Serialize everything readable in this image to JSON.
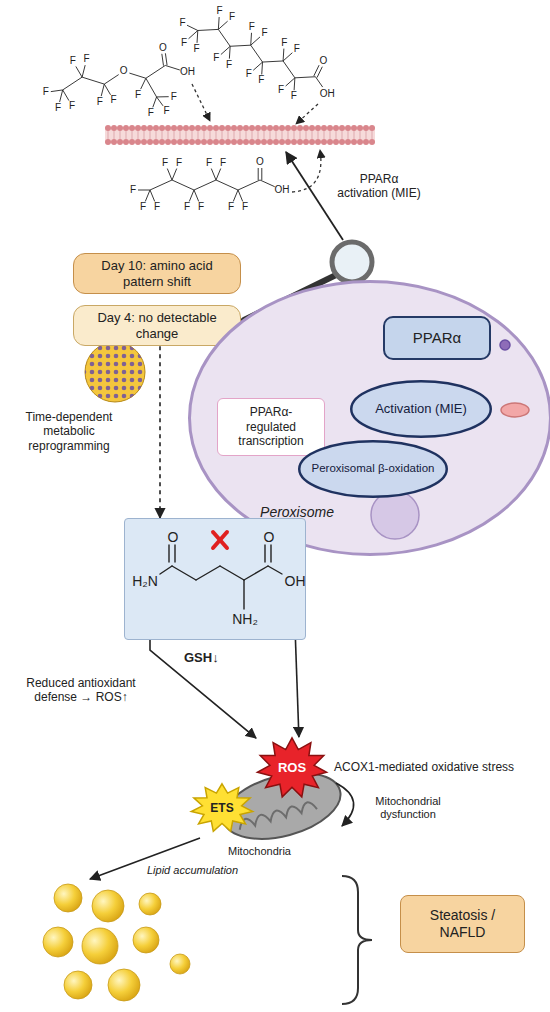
{
  "diagram": {
    "nodes": [
      {
        "text": [
          "Day 10: amino acid pattern shift"
        ]
      },
      {
        "text": [
          "Day 4: no detectable change"
        ]
      },
      {
        "text": [
          "Peroxisome"
        ]
      },
      {
        "text": [
          "PPARα"
        ],
        "in": 2
      },
      {
        "text": [
          "PPARα-regulated transcription"
        ],
        "in": 2
      },
      {
        "text": [
          "Activation (MIE)"
        ],
        "in": 2
      },
      {
        "text": [
          "Peroxisomal β-oxidation"
        ],
        "in": 2
      },
      {
        "text": [
          "O",
          "O",
          "H₂N",
          "OH",
          "NH₂"
        ]
      },
      {
        "text": [
          "ROS"
        ]
      },
      {
        "text": [
          "ETS"
        ]
      },
      {
        "text": [
          "Steatosis / NAFLD"
        ]
      }
    ],
    "edges": [
      {
        "from": 1,
        "to": 7,
        "arrow": "to"
      },
      {
        "from": 3,
        "to": 6,
        "arrow": "to"
      },
      {
        "from": 7,
        "to": 8,
        "arrow": "to"
      },
      {
        "from": 2,
        "to": 8,
        "arrow": "to"
      }
    ],
    "labels": [
      "F",
      "F",
      "F",
      "F",
      "F",
      "F",
      "F",
      "O",
      "F",
      "F",
      "F",
      "F",
      "O",
      "OH",
      "F",
      "F",
      "F",
      "F",
      "F",
      "F",
      "F",
      "F",
      "F",
      "F",
      "F",
      "F",
      "F",
      "F",
      "F",
      "O",
      "OH",
      "F",
      "F",
      "F",
      "F",
      "F",
      "F",
      "F",
      "F",
      "F",
      "F",
      "F",
      "O",
      "OH",
      "PPARα activation (MIE)",
      "Time-dependent metabolic reprogramming",
      "GSH↓",
      "Reduced antioxidant defense → ROS↑",
      "ACOX1-mediated oxidative stress",
      "Mitochondrial dysfunction",
      "Mitochondria",
      "Lipid accumulation"
    ]
  }
}
